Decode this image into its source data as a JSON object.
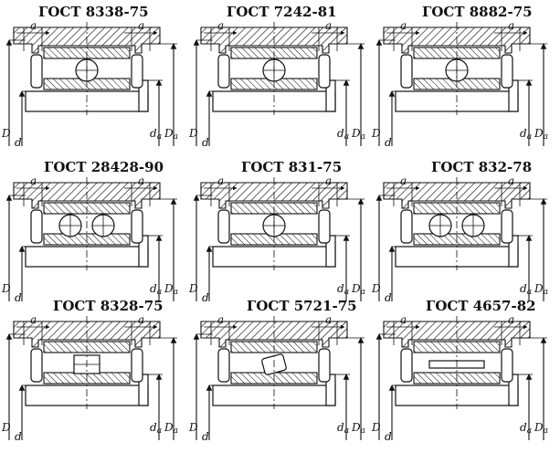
{
  "drawings": [
    {
      "id": "p1",
      "title": "ГОСТ 8338-75",
      "kind": "ball",
      "labels": {
        "a": "a",
        "D": "D",
        "d": "d",
        "da": "da",
        "Da": "Da"
      }
    },
    {
      "id": "p2",
      "title": "ГОСТ 7242-81",
      "kind": "ball-sealed",
      "labels": {
        "a": "a",
        "D": "D",
        "d": "d",
        "da": "da",
        "Da": "Da"
      }
    },
    {
      "id": "p3",
      "title": "ГОСТ 8882-75",
      "kind": "ball-shields",
      "labels": {
        "a": "a",
        "D": "D",
        "d": "d",
        "da": "da",
        "Da": "Da"
      }
    },
    {
      "id": "p4",
      "title": "ГОСТ 28428-90",
      "kind": "double-ball-angular",
      "labels": {
        "a": "a",
        "D": "D",
        "d": "d",
        "da": "da",
        "Da": "Da"
      }
    },
    {
      "id": "p5",
      "title": "ГОСТ 831-75",
      "kind": "angular-ball",
      "labels": {
        "a": "a",
        "D": "D",
        "d": "d",
        "da": "da",
        "Da": "Da"
      }
    },
    {
      "id": "p6",
      "title": "ГОСТ 832-78",
      "kind": "paired-angular",
      "labels": {
        "a": "a",
        "D": "D",
        "d": "d",
        "da": "da",
        "Da": "Da"
      }
    },
    {
      "id": "p7",
      "title": "ГОСТ 8328-75",
      "kind": "roller",
      "labels": {
        "a": "a",
        "D": "D",
        "d": "d",
        "da": "da",
        "Da": "Da"
      }
    },
    {
      "id": "p8",
      "title": "ГОСТ 5721-75",
      "kind": "spherical-roller",
      "labels": {
        "a": "a",
        "D": "D",
        "d": "d",
        "da": "da",
        "Da": "Da"
      }
    },
    {
      "id": "p9",
      "title": "ГОСТ 4657-82",
      "kind": "needle",
      "labels": {
        "a": "a",
        "D": "D",
        "d": "d",
        "da": "da",
        "Da": "Da"
      }
    }
  ]
}
